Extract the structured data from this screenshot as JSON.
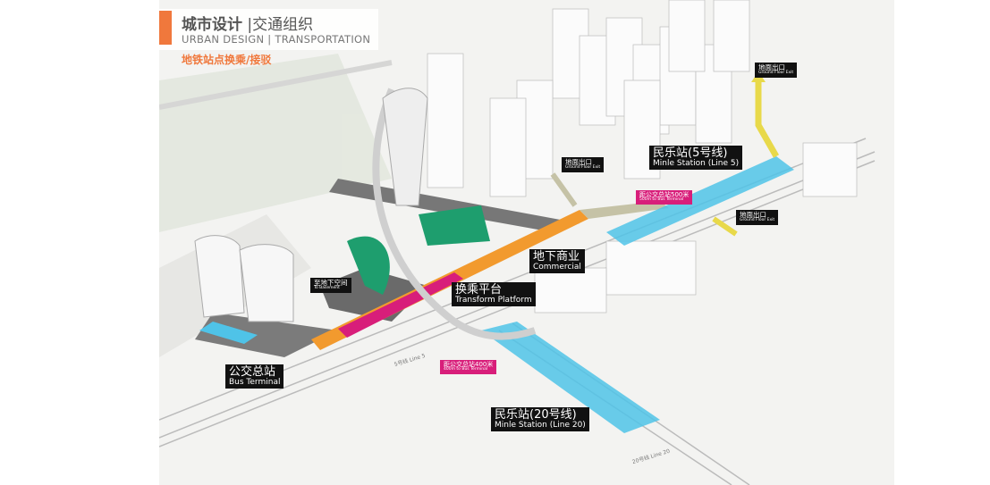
{
  "header": {
    "title_main": "城市设计",
    "title_section": "|交通组织",
    "subtitle": "URBAN DESIGN | TRANSPORTATION",
    "topic": "地铁站点换乘/接驳"
  },
  "labels": {
    "bus_terminal": {
      "cn": "公交总站",
      "en": "Bus Terminal"
    },
    "transfer_platform": {
      "cn": "换乘平台",
      "en": "Transform Platform"
    },
    "commercial": {
      "cn": "地下商业",
      "en": "Commercial"
    },
    "station_line5": {
      "cn": "民乐站(5号线)",
      "en": "Minle Station (Line 5)"
    },
    "station_line20": {
      "cn": "民乐站(20号线)",
      "en": "Minle Station (Line 20)"
    },
    "to_basement": {
      "cn": "至地下空间",
      "en": "To Basement"
    },
    "exit_1": {
      "cn": "地面出口",
      "en": "Ground Floor Exit"
    },
    "exit_2": {
      "cn": "地面出口",
      "en": "Ground Floor Exit"
    },
    "exit_3": {
      "cn": "地面出口",
      "en": "Ground Floor Exit"
    },
    "dist_500": {
      "cn": "距公交总站500米",
      "en": "500m to Bus Terminal"
    },
    "dist_400": {
      "cn": "距公交总站400米",
      "en": "400m to Bus Terminal"
    },
    "line5_track": "5号线 Line 5",
    "line20_track": "20号线 Line 20"
  },
  "colors": {
    "accent": "#f0783c",
    "metro": "#4fc3e8",
    "walkway": "#f2e36a",
    "pink": "#d81e7a",
    "green": "#1e9e6e"
  }
}
